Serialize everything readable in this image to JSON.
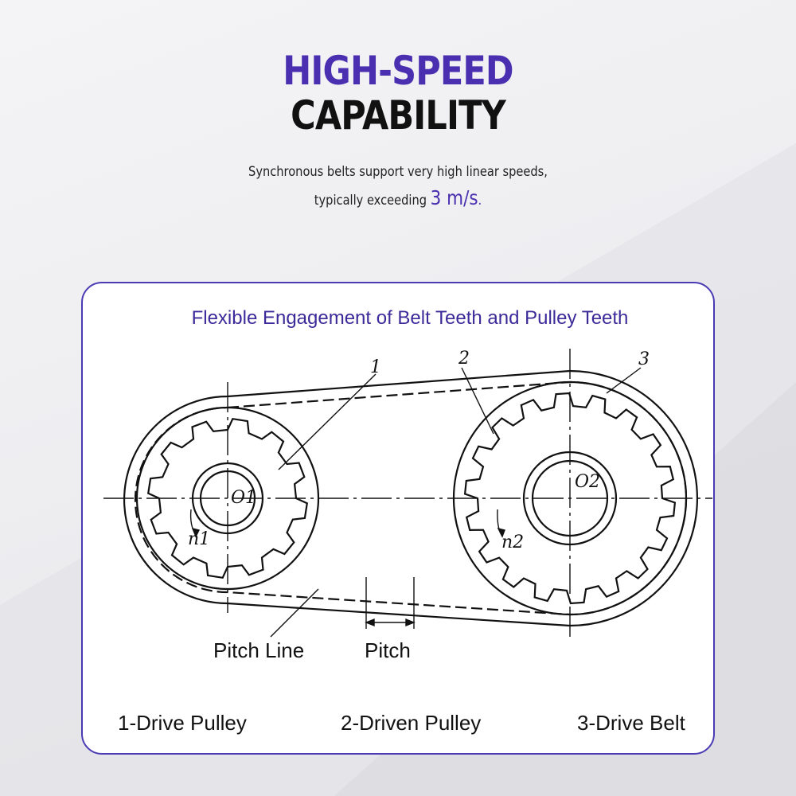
{
  "header": {
    "title_line1": "HIGH-SPEED",
    "title_line2": "CAPABILITY",
    "subtitle_line1": "Synchronous belts support very high linear speeds,",
    "subtitle_line2_prefix": "typically exceeding",
    "subtitle_line2_value": "3 m/s",
    "subtitle_line2_suffix": "."
  },
  "card": {
    "title": "Flexible Engagement of Belt Teeth and Pulley Teeth",
    "diagram_callouts": [
      "1",
      "2",
      "3"
    ],
    "centers": {
      "drive": "O1",
      "driven": "O2"
    },
    "speeds": {
      "drive": "n1",
      "driven": "n2"
    },
    "pitch_line_label": "Pitch Line",
    "pitch_label": "Pitch",
    "legend": [
      "1-Drive Pulley",
      "2-Driven Pulley",
      "3-Drive Belt"
    ]
  },
  "colors": {
    "accent": "#4a2fb0",
    "card_border": "#4a3bb5",
    "text": "#111111"
  }
}
